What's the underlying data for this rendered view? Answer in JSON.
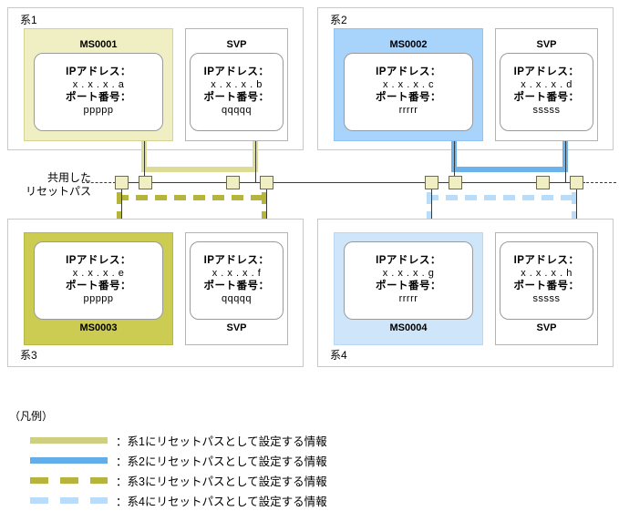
{
  "systems": [
    {
      "id": "sys1",
      "label": "系1",
      "device": {
        "title": "MS0001",
        "ip_label": "IPアドレス：",
        "ip_value": "x . x . x . a",
        "port_label": "ポート番号：",
        "port_value": "ppppp"
      },
      "svp": {
        "title": "SVP",
        "ip_label": "IPアドレス：",
        "ip_value": "x . x . x . b",
        "port_label": "ポート番号：",
        "port_value": "qqqqq"
      }
    },
    {
      "id": "sys2",
      "label": "系2",
      "device": {
        "title": "MS0002",
        "ip_label": "IPアドレス：",
        "ip_value": "x . x . x . c",
        "port_label": "ポート番号：",
        "port_value": "rrrrr"
      },
      "svp": {
        "title": "SVP",
        "ip_label": "IPアドレス：",
        "ip_value": "x . x . x . d",
        "port_label": "ポート番号：",
        "port_value": "sssss"
      }
    },
    {
      "id": "sys3",
      "label": "系3",
      "device": {
        "title": "MS0003",
        "ip_label": "IPアドレス：",
        "ip_value": "x . x . x . e",
        "port_label": "ポート番号：",
        "port_value": "ppppp"
      },
      "svp": {
        "title": "SVP",
        "ip_label": "IPアドレス：",
        "ip_value": "x . x . x . f",
        "port_label": "ポート番号：",
        "port_value": "qqqqq"
      }
    },
    {
      "id": "sys4",
      "label": "系4",
      "device": {
        "title": "MS0004",
        "ip_label": "IPアドレス：",
        "ip_value": "x . x . x . g",
        "port_label": "ポート番号：",
        "port_value": "rrrrr"
      },
      "svp": {
        "title": "SVP",
        "ip_label": "IPアドレス：",
        "ip_value": "x . x . x . h",
        "port_label": "ポート番号：",
        "port_value": "sssss"
      }
    }
  ],
  "bus": {
    "caption_line1": "共用した",
    "caption_line2": "リセットパス"
  },
  "legend": {
    "title": "（凡例）",
    "items": [
      {
        "text": "：系1にリセットパスとして設定する情報",
        "color": "#cfcf80",
        "style": "solid"
      },
      {
        "text": "：系2にリセットパスとして設定する情報",
        "color": "#63aeea",
        "style": "solid"
      },
      {
        "text": "：系3にリセットパスとして設定する情報",
        "color": "#b5b53c",
        "style": "dashed"
      },
      {
        "text": "：系4にリセットパスとして設定する情報",
        "color": "#b9dcfa",
        "style": "dashed"
      }
    ]
  },
  "colors": {
    "sys1_fill": "#f0efc4",
    "sys2_fill": "#a8d3fb",
    "sys3_fill": "#cccc52",
    "sys4_fill": "#cfe6fa",
    "path1": "#dcdc96",
    "path2": "#6cb3ec",
    "path3": "#b5b53c",
    "path4": "#b9dcfa",
    "node_fill": "#f0efc4",
    "line": "#3a3a3a"
  }
}
